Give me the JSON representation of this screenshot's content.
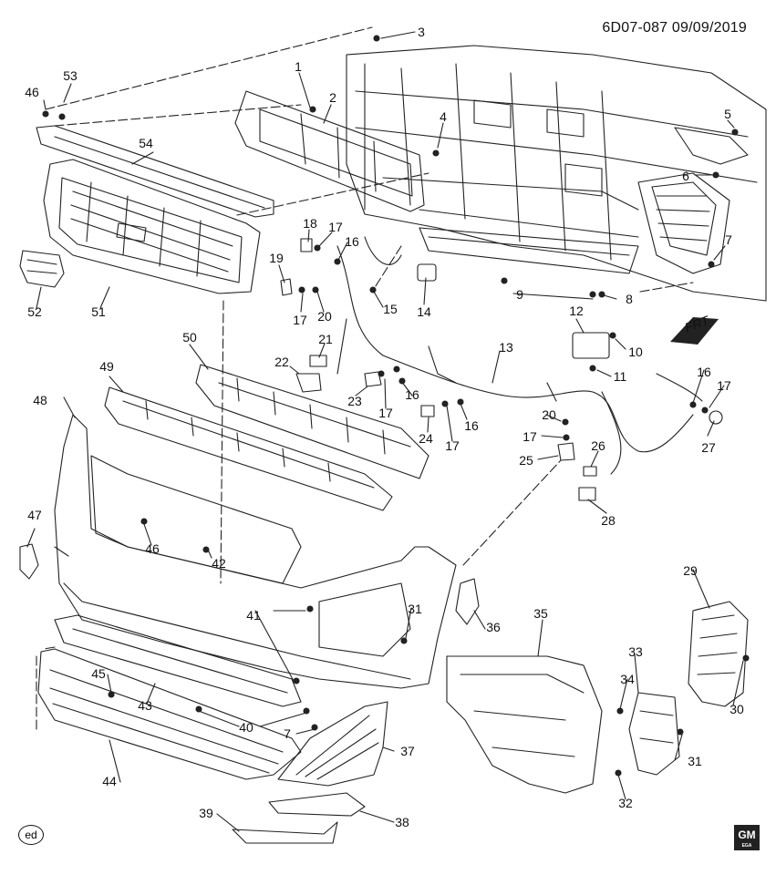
{
  "header": {
    "code": "6D07-087",
    "date": "09/09/2019"
  },
  "corner_tag": "ed",
  "logo": {
    "main": "GM",
    "sub": "EGA"
  },
  "callouts": [
    "1",
    "2",
    "3",
    "4",
    "5",
    "6",
    "7",
    "8",
    "9",
    "10",
    "11",
    "12",
    "13",
    "14",
    "15",
    "16",
    "17",
    "18",
    "19",
    "20",
    "21",
    "22",
    "23",
    "24",
    "25",
    "26",
    "27",
    "28",
    "29",
    "30",
    "31",
    "32",
    "33",
    "34",
    "35",
    "36",
    "37",
    "38",
    "39",
    "40",
    "41",
    "42",
    "43",
    "44",
    "45",
    "46",
    "47",
    "48",
    "49",
    "50",
    "51",
    "52",
    "53",
    "54"
  ],
  "direction_label": "FRT"
}
